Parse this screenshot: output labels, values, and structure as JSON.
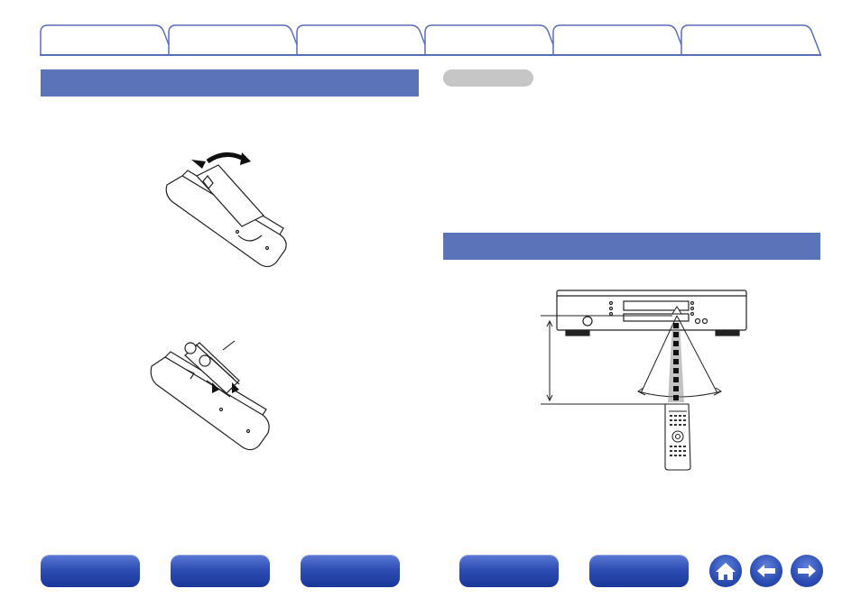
{
  "tabs": [
    {
      "id": "tab-1"
    },
    {
      "id": "tab-2"
    },
    {
      "id": "tab-3"
    },
    {
      "id": "tab-4"
    },
    {
      "id": "tab-5"
    },
    {
      "id": "tab-6"
    }
  ],
  "colors": {
    "accent": "#5b73b8",
    "tab_border": "#5b6fb7",
    "nav_button": "#2e4fb5",
    "note_pill": "#c6c6c6"
  },
  "icons": {
    "home": "home-icon",
    "back": "arrow-left-icon",
    "forward": "arrow-right-icon"
  }
}
